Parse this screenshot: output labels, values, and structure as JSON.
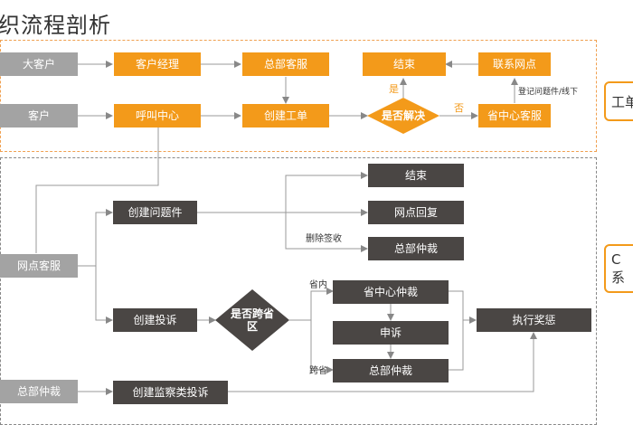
{
  "title": "织流程剖析",
  "side_tabs": {
    "top": "工单",
    "bottom_line1": "C",
    "bottom_line2": "系"
  },
  "nodes": {
    "big_customer": "大客户",
    "customer": "客户",
    "account_manager": "客户经理",
    "hq_service": "总部客服",
    "finish_top": "结束",
    "contact_outlet": "联系网点",
    "call_center": "呼叫中心",
    "create_ticket": "创建工单",
    "decide_resolved": "是否解决",
    "province_service": "省中心客服",
    "finish_bottom": "结束",
    "outlet_reply": "网点回复",
    "hq_arbitration_1": "总部仲裁",
    "outlet_service": "网点客服",
    "create_issue": "创建问题件",
    "create_complaint": "创建投诉",
    "decide_cross_province": "是否跨省区",
    "province_arbitration": "省中心仲裁",
    "appeal": "申诉",
    "hq_arbitration_2": "总部仲裁",
    "execute_reward_penalty": "执行奖惩",
    "hq_arbitration_source": "总部仲裁",
    "create_supervision_complaint": "创建监察类投诉"
  },
  "edge_labels": {
    "yes": "是",
    "no": "否",
    "register_issue": "登记问题件/线下",
    "delete_signoff": "删除签收",
    "in_province": "省内",
    "cross_province": "跨省"
  }
}
